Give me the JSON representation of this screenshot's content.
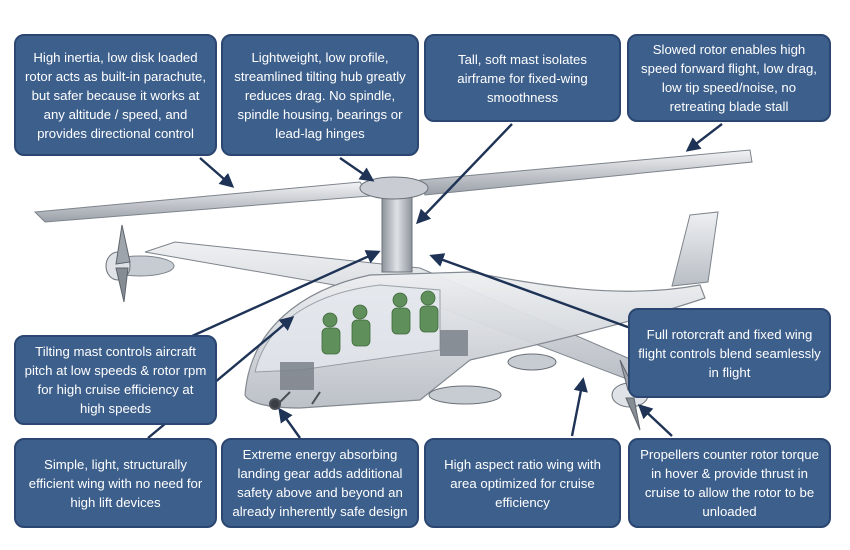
{
  "callouts": {
    "rotor_inertia": "High inertia, low disk loaded rotor acts as built-in parachute, but safer because it works at any altitude / speed, and provides directional control",
    "tilting_hub": "Lightweight, low profile, streamlined tilting hub greatly reduces drag. No spindle, spindle housing, bearings or lead-lag hinges",
    "tall_mast": "Tall, soft mast isolates airframe for fixed-wing smoothness",
    "slowed_rotor": "Slowed rotor enables high speed forward flight, low drag, low tip speed/noise, no retreating blade stall",
    "tilting_mast": "Tilting mast controls aircraft pitch at low speeds & rotor rpm for high cruise efficiency at high speeds",
    "flight_controls": "Full rotorcraft and fixed wing flight controls blend seamlessly in flight",
    "efficient_wing": "Simple, light, structurally efficient wing with no need for high lift devices",
    "landing_gear": "Extreme energy absorbing landing gear adds additional safety above and beyond an already inherently safe design",
    "aspect_ratio_wing": "High aspect ratio wing with area optimized for cruise efficiency",
    "propellers": "Propellers counter rotor torque in hover & provide thrust in cruise to allow the rotor to be unloaded"
  },
  "colors": {
    "callout_fill": "#3d5f8c",
    "callout_border": "#2b4670",
    "arrow": "#1e3356",
    "airframe": "#cfd3d8",
    "occupants": "#5f8f5a"
  }
}
